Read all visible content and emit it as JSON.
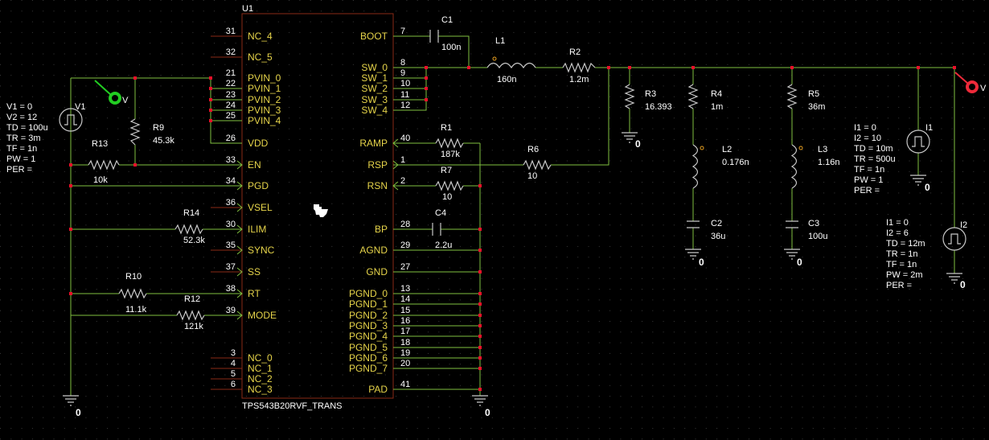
{
  "ic": {
    "ref": "U1",
    "part": "TPS543B20RVF_TRANS",
    "left_pins": [
      {
        "num": "31",
        "name": "NC_4"
      },
      {
        "num": "32",
        "name": "NC_5"
      },
      {
        "num": "21",
        "name": "PVIN_0"
      },
      {
        "num": "22",
        "name": "PVIN_1"
      },
      {
        "num": "23",
        "name": "PVIN_2"
      },
      {
        "num": "24",
        "name": "PVIN_3"
      },
      {
        "num": "25",
        "name": "PVIN_4"
      },
      {
        "num": "26",
        "name": "VDD"
      },
      {
        "num": "33",
        "name": "EN"
      },
      {
        "num": "34",
        "name": "PGD"
      },
      {
        "num": "36",
        "name": "VSEL"
      },
      {
        "num": "30",
        "name": "ILIM"
      },
      {
        "num": "35",
        "name": "SYNC"
      },
      {
        "num": "37",
        "name": "SS"
      },
      {
        "num": "38",
        "name": "RT"
      },
      {
        "num": "39",
        "name": "MODE"
      },
      {
        "num": "3",
        "name": "NC_0"
      },
      {
        "num": "4",
        "name": "NC_1"
      },
      {
        "num": "5",
        "name": "NC_2"
      },
      {
        "num": "6",
        "name": "NC_3"
      }
    ],
    "right_pins": [
      {
        "num": "7",
        "name": "BOOT"
      },
      {
        "num": "8",
        "name": "SW_0"
      },
      {
        "num": "9",
        "name": "SW_1"
      },
      {
        "num": "10",
        "name": "SW_2"
      },
      {
        "num": "11",
        "name": "SW_3"
      },
      {
        "num": "12",
        "name": "SW_4"
      },
      {
        "num": "40",
        "name": "RAMP"
      },
      {
        "num": "1",
        "name": "RSP"
      },
      {
        "num": "2",
        "name": "RSN"
      },
      {
        "num": "28",
        "name": "BP"
      },
      {
        "num": "29",
        "name": "AGND"
      },
      {
        "num": "27",
        "name": "GND"
      },
      {
        "num": "13",
        "name": "PGND_0"
      },
      {
        "num": "14",
        "name": "PGND_1"
      },
      {
        "num": "15",
        "name": "PGND_2"
      },
      {
        "num": "16",
        "name": "PGND_3"
      },
      {
        "num": "17",
        "name": "PGND_4"
      },
      {
        "num": "18",
        "name": "PGND_5"
      },
      {
        "num": "19",
        "name": "PGND_6"
      },
      {
        "num": "20",
        "name": "PGND_7"
      },
      {
        "num": "41",
        "name": "PAD"
      }
    ]
  },
  "components": {
    "c1": {
      "ref": "C1",
      "value": "100n"
    },
    "l1": {
      "ref": "L1",
      "value": "160n"
    },
    "r2": {
      "ref": "R2",
      "value": "1.2m"
    },
    "r1": {
      "ref": "R1",
      "value": "187k"
    },
    "r6": {
      "ref": "R6",
      "value": "10"
    },
    "r7": {
      "ref": "R7",
      "value": "10"
    },
    "c4": {
      "ref": "C4",
      "value": "2.2u"
    },
    "r3": {
      "ref": "R3",
      "value": "16.393"
    },
    "r4": {
      "ref": "R4",
      "value": "1m"
    },
    "l2": {
      "ref": "L2",
      "value": "0.176n"
    },
    "c2": {
      "ref": "C2",
      "value": "36u"
    },
    "r5": {
      "ref": "R5",
      "value": "36m"
    },
    "l3": {
      "ref": "L3",
      "value": "1.16n"
    },
    "c3": {
      "ref": "C3",
      "value": "100u"
    },
    "r9": {
      "ref": "R9",
      "value": "45.3k"
    },
    "r13": {
      "ref": "R13",
      "value": "10k"
    },
    "r14": {
      "ref": "R14",
      "value": "52.3k"
    },
    "r10": {
      "ref": "R10",
      "value": "11.1k"
    },
    "r12": {
      "ref": "R12",
      "value": "121k"
    }
  },
  "sources": {
    "v1": {
      "ref": "V1",
      "params": [
        "V1 = 0",
        "V2 = 12",
        "TD = 100u",
        "TR = 3m",
        "TF = 1n",
        "PW = 1",
        "PER ="
      ]
    },
    "i1": {
      "ref": "I1",
      "params": [
        "I1 = 0",
        "I2 = 10",
        "TD = 10m",
        "TR = 500u",
        "TF = 1n",
        "PW = 1",
        "PER ="
      ]
    },
    "i2": {
      "ref": "I2",
      "params": [
        "I1 = 0",
        "I2 = 6",
        "TD = 12m",
        "TR = 1n",
        "TF = 1n",
        "PW = 2m",
        "PER ="
      ]
    }
  },
  "ground_label": "0",
  "probe_label": "V",
  "colors": {
    "wire": "#7fbf3f",
    "pin_name": "#e6d44a",
    "junction": "#e8102a",
    "probe_green": "#22cc22",
    "probe_red": "#ee2a3a"
  }
}
